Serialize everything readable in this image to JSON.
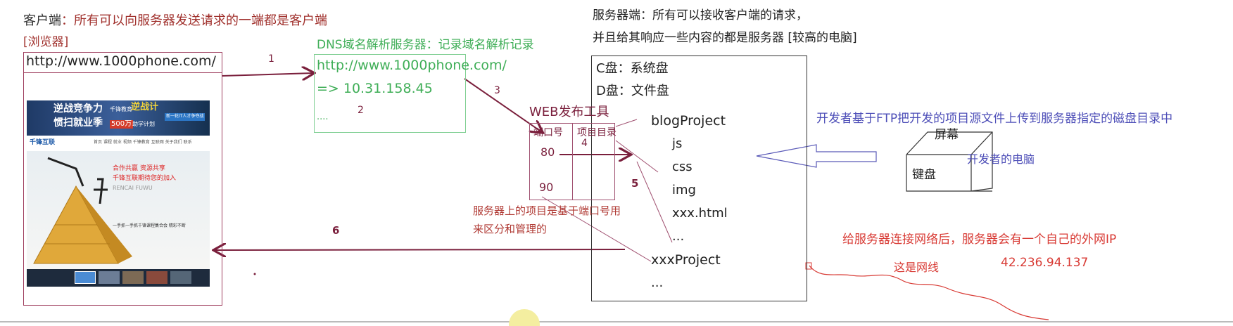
{
  "colors": {
    "client_dark": "#333333",
    "client_red": "#a0302c",
    "dns_green": "#3fae57",
    "server_text": "#222222",
    "arrow": "#7a1f3c",
    "box_border": "#a04060",
    "blue_text": "#4e4fb8",
    "red_text": "#d83a34"
  },
  "client": {
    "title_prefix": "客户端",
    "title_rest": "：所有可以向服务器发送请求的一端都是客户端",
    "browser_tag": "[浏览器]",
    "url": "http://www.1000phone.com/"
  },
  "webpage": {
    "banner_line1": "逆战竞争力",
    "banner_line2": "惯扫就业季",
    "banner_badge": "千锋教育",
    "banner_highlight": "逆战计",
    "banner_amount": "500万",
    "banner_plan": "助学计划",
    "banner_right": "新一轮IT人才争夺战",
    "logo": "千锋互联",
    "nav_items": [
      "首页",
      "课程",
      "就业",
      "视频",
      "千锋教育",
      "互联网",
      "关于我们",
      "联系"
    ],
    "slogan1": "合作共赢  资源共享",
    "slogan2": "千锋互联期待您的加入",
    "slogan3": "RENCAI FUWU",
    "footer_text": "一手抓一手抓千锋课程集合会  精彩不断"
  },
  "dns": {
    "title": "DNS域名解析服务器：记录域名解析记录",
    "url": "http://www.1000phone.com/",
    "ip": "=> 10.31.158.45",
    "ellipsis": "...."
  },
  "server": {
    "title_line1": "服务器端：所有可以接收客户端的请求，",
    "title_line2": "并且给其响应一些内容的都是服务器  [较高的电脑]",
    "disk_c": "C盘：系统盘",
    "disk_d": "D盘：文件盘",
    "web_tool": "WEB发布工具",
    "port_col": "端口号",
    "dir_col": "项目目录",
    "port1": "80",
    "port2": "90",
    "project1": "blogProject",
    "files": [
      "js",
      "css",
      "img",
      "xxx.html",
      "..."
    ],
    "project2": "xxxProject",
    "more": "...",
    "port_note_line1": "服务器上的项目是基于端口号用",
    "port_note_line2": "来区分和管理的"
  },
  "developer": {
    "ftp_note": "开发者基于FTP把开发的项目源文件上传到服务器指定的磁盘目录中",
    "screen": "屏幕",
    "keyboard": "键盘",
    "pc_label": "开发者的电脑"
  },
  "network": {
    "note": "给服务器连接网络后，服务器会有一个自己的外网IP",
    "cable": "这是网线",
    "ip": "42.236.94.137"
  },
  "steps": {
    "s1": "1",
    "s2": "2",
    "s3": "3",
    "s4": "4",
    "s5": "5",
    "s6": "6"
  }
}
